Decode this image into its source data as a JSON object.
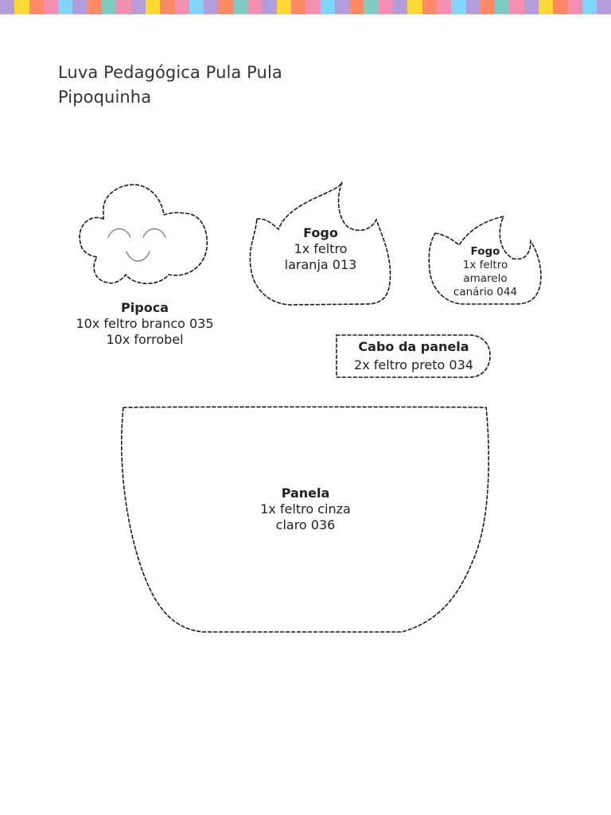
{
  "stripe": {
    "colors": [
      "#b39ddb",
      "#fdd835",
      "#ff8a65",
      "#80cbc4",
      "#f48fb1",
      "#81d4fa"
    ]
  },
  "title": {
    "line1": "Luva Pedagógica Pula Pula",
    "line2": "Pipoquinha"
  },
  "pieces": {
    "pipoca": {
      "name": "Pipoca",
      "line1": "10x feltro branco 035",
      "line2": "10x forrobel"
    },
    "fogo_large": {
      "name": "Fogo",
      "line1": "1x feltro",
      "line2": "laranja 013"
    },
    "fogo_small": {
      "name": "Fogo",
      "line1": "1x feltro",
      "line2": "amarelo",
      "line3": "canário 044"
    },
    "cabo": {
      "name": "Cabo da panela",
      "line1": "2x feltro preto 034"
    },
    "panela": {
      "name": "Panela",
      "line1": "1x feltro cinza",
      "line2": "claro 036"
    }
  },
  "colors": {
    "outline": "#1a1a1a",
    "face": "#777777"
  }
}
